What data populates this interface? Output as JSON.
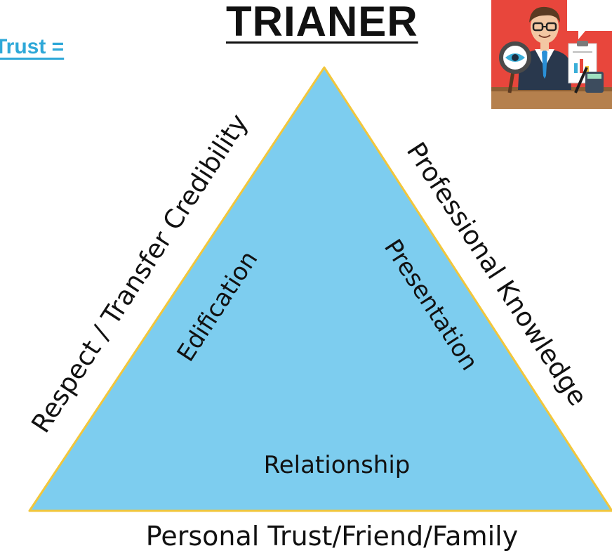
{
  "header": {
    "link_text": "Trust =",
    "title": "TRIANER"
  },
  "diagram": {
    "inner": {
      "left": "Edification",
      "right": "Presentation",
      "bottom": "Relationship"
    },
    "outer": {
      "left": "Respect / Transfer Credibility",
      "right": "Professional Knowledge",
      "bottom": "Personal Trust/Friend/Family"
    }
  },
  "illustration": {
    "icon": "trainer-businessman-icon"
  },
  "colors": {
    "triangle_fill": "#7dcdef",
    "triangle_stroke": "#f2c63b",
    "link": "#2ea8d8",
    "illustration_bg": "#e8463c"
  }
}
